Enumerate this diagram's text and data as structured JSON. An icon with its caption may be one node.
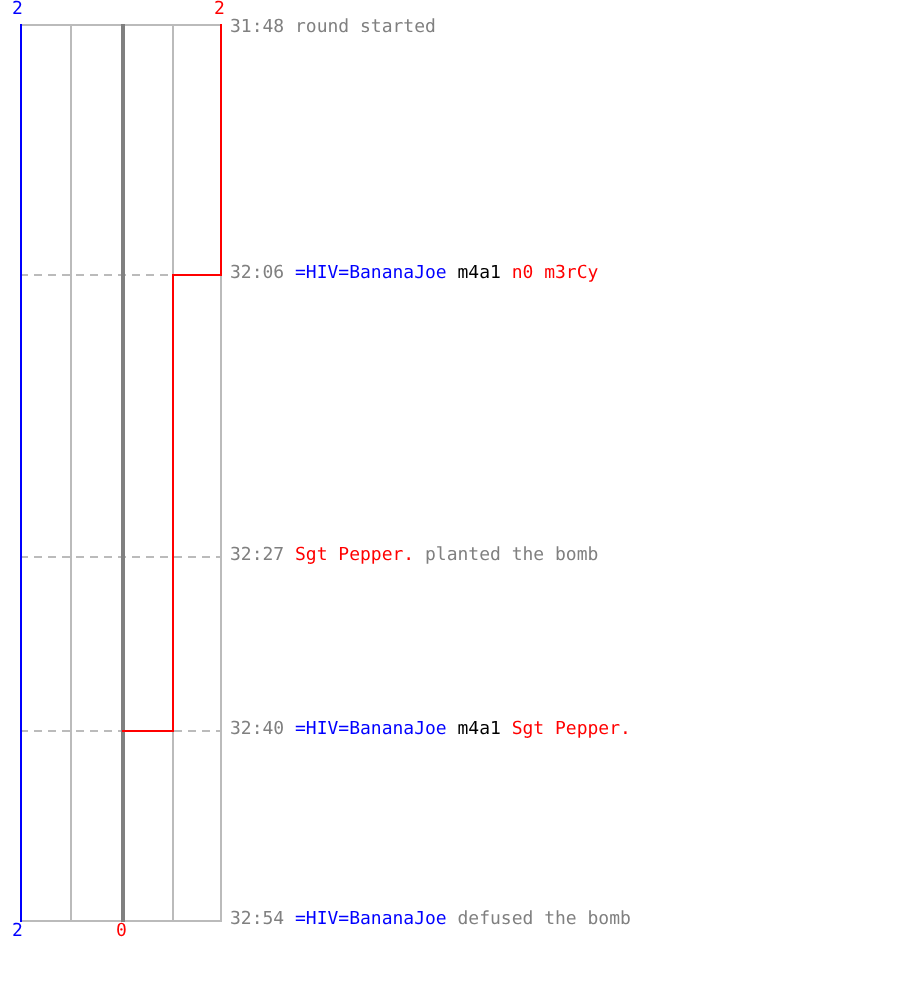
{
  "diagram": {
    "labels": [
      "2",
      "2",
      "31:48",
      "round started",
      "32:06",
      "=HIV=BananaJoe",
      "m4a1",
      "n0 m3rCy",
      "32:27",
      "Sgt Pepper.",
      "planted the bomb",
      "32:40",
      "=HIV=BananaJoe",
      "m4a1",
      "Sgt Pepper.",
      "2",
      "0",
      "32:54",
      "=HIV=BananaJoe",
      "defused the bomb"
    ]
  }
}
